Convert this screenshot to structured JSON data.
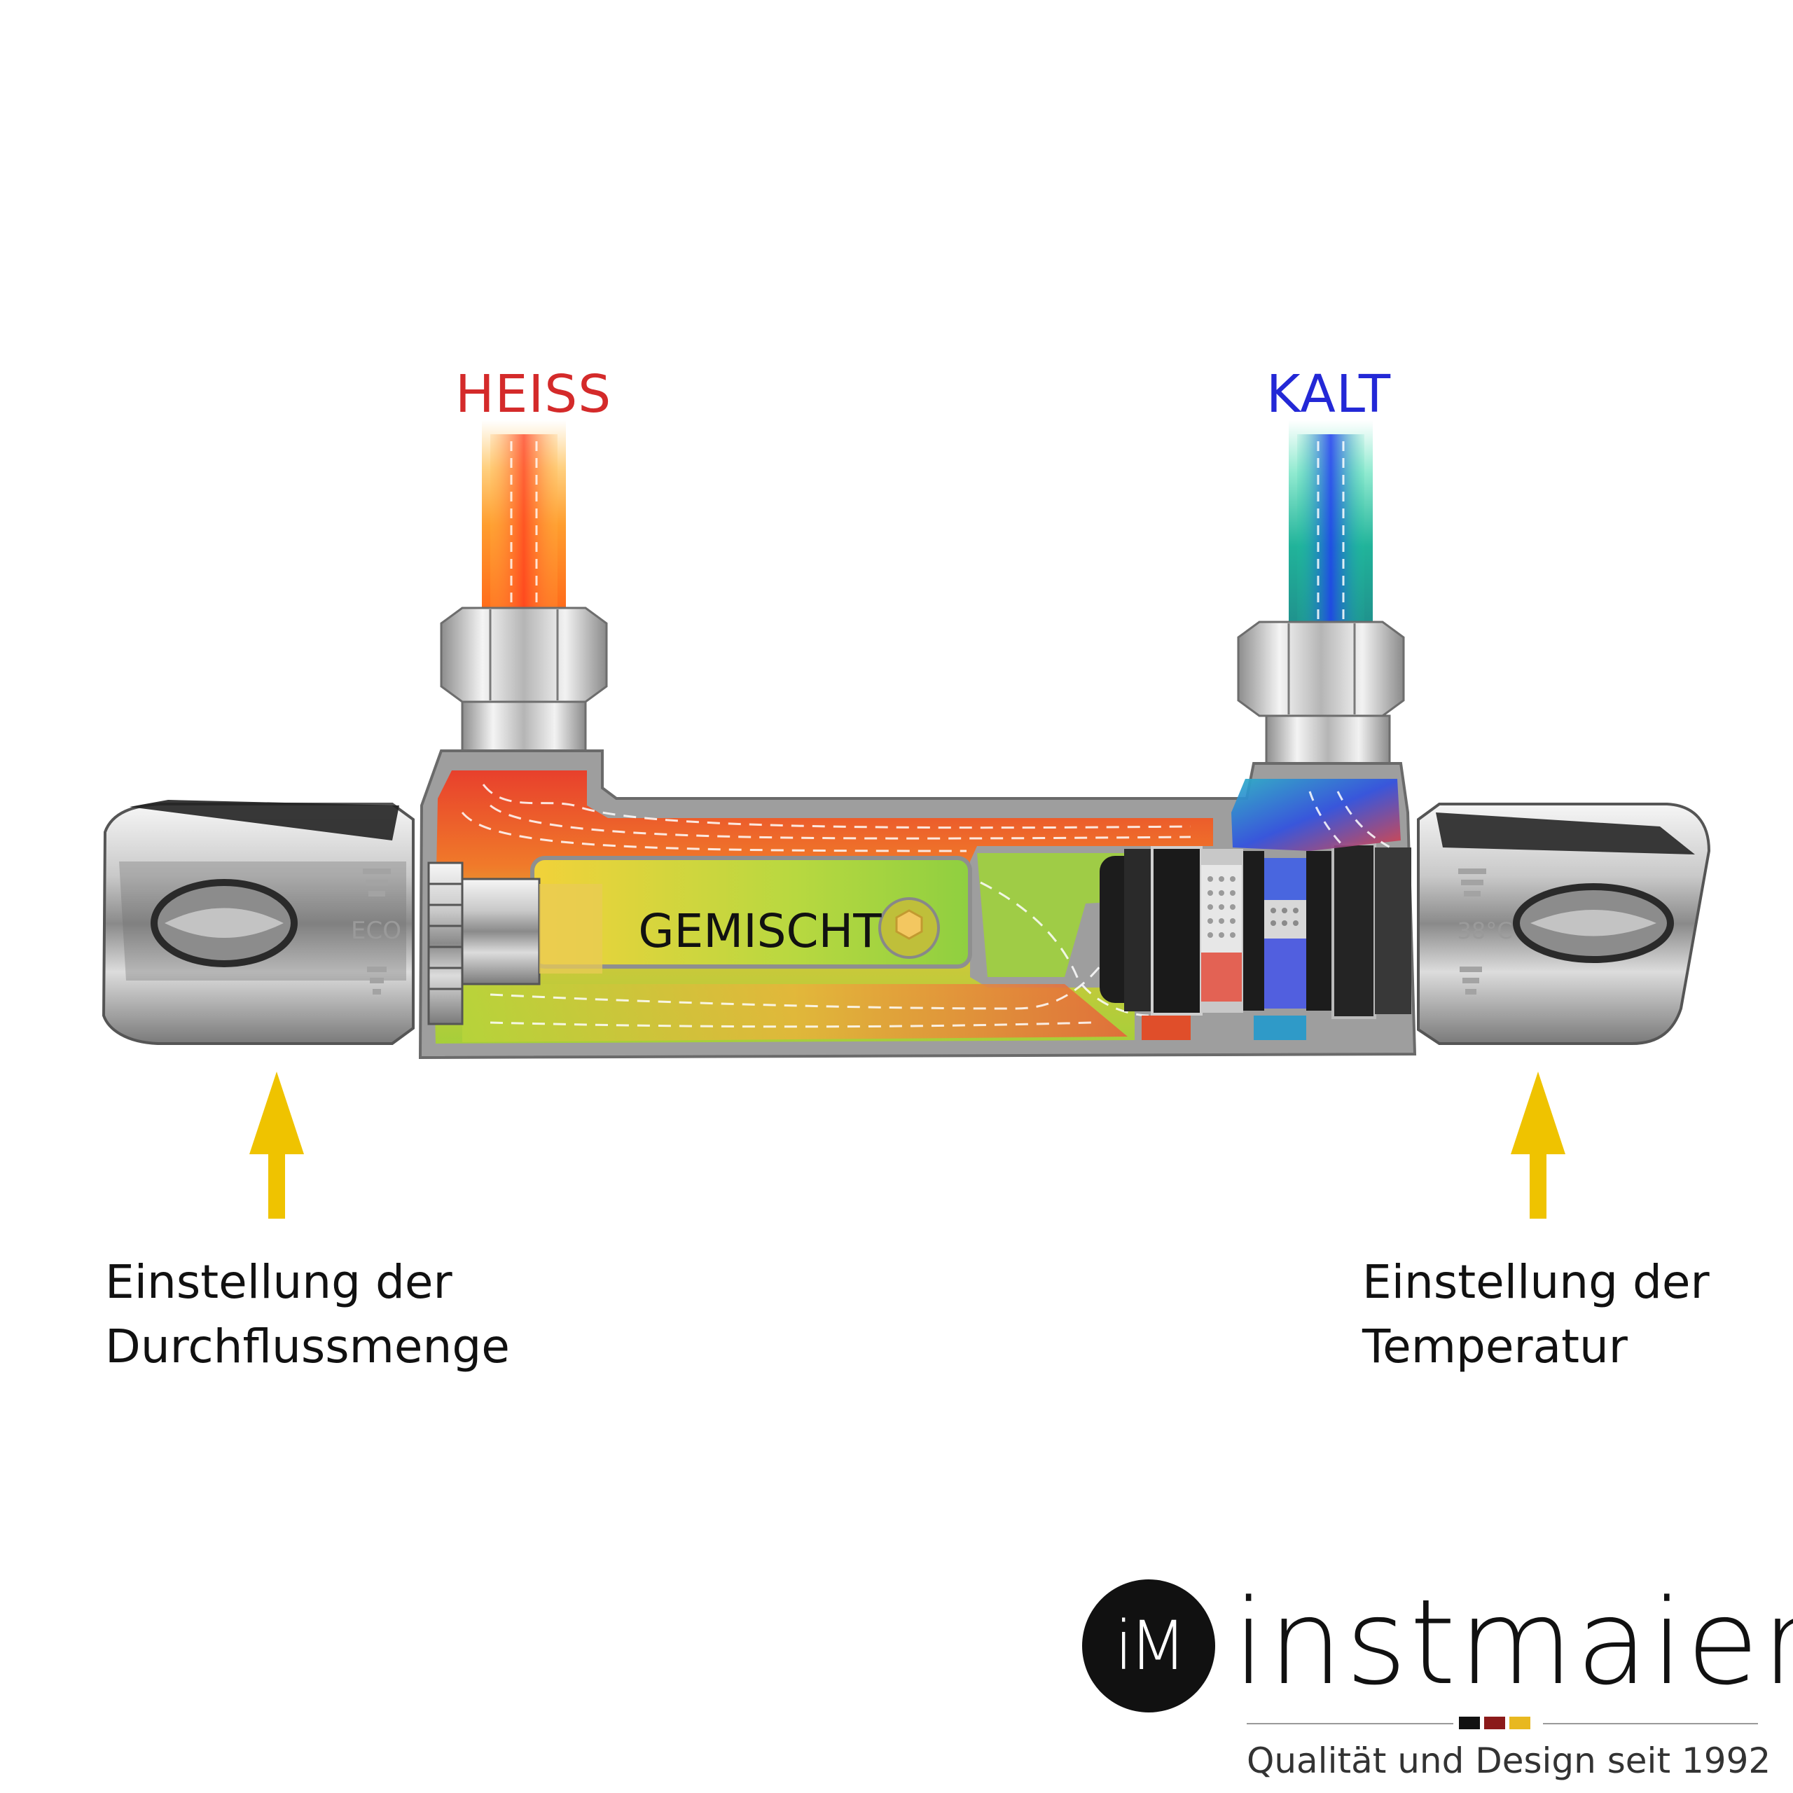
{
  "labels": {
    "hot": "HEISS",
    "cold": "KALT",
    "mixed": "GEMISCHT",
    "eco_marking": "ECO",
    "temp_marking": "38°C"
  },
  "captions": {
    "left_line1": "Einstellung der",
    "left_line2": "Durchflussmenge",
    "right_line1": "Einstellung der",
    "right_line2": "Temperatur"
  },
  "brand": {
    "initials": "iM",
    "name": "instmaier",
    "tagline": "Qualität und Design seit 1992",
    "flag_colors": [
      "#111111",
      "#8b1a1a",
      "#e8b820"
    ]
  },
  "colors": {
    "hot": "#d42a2a",
    "cold": "#2328d6",
    "arrow": "#efc300",
    "mixed_zone": "#a8d23a"
  },
  "icons": [
    "arrow-up-icon",
    "hex-nut-icon",
    "brand-logo-icon"
  ]
}
